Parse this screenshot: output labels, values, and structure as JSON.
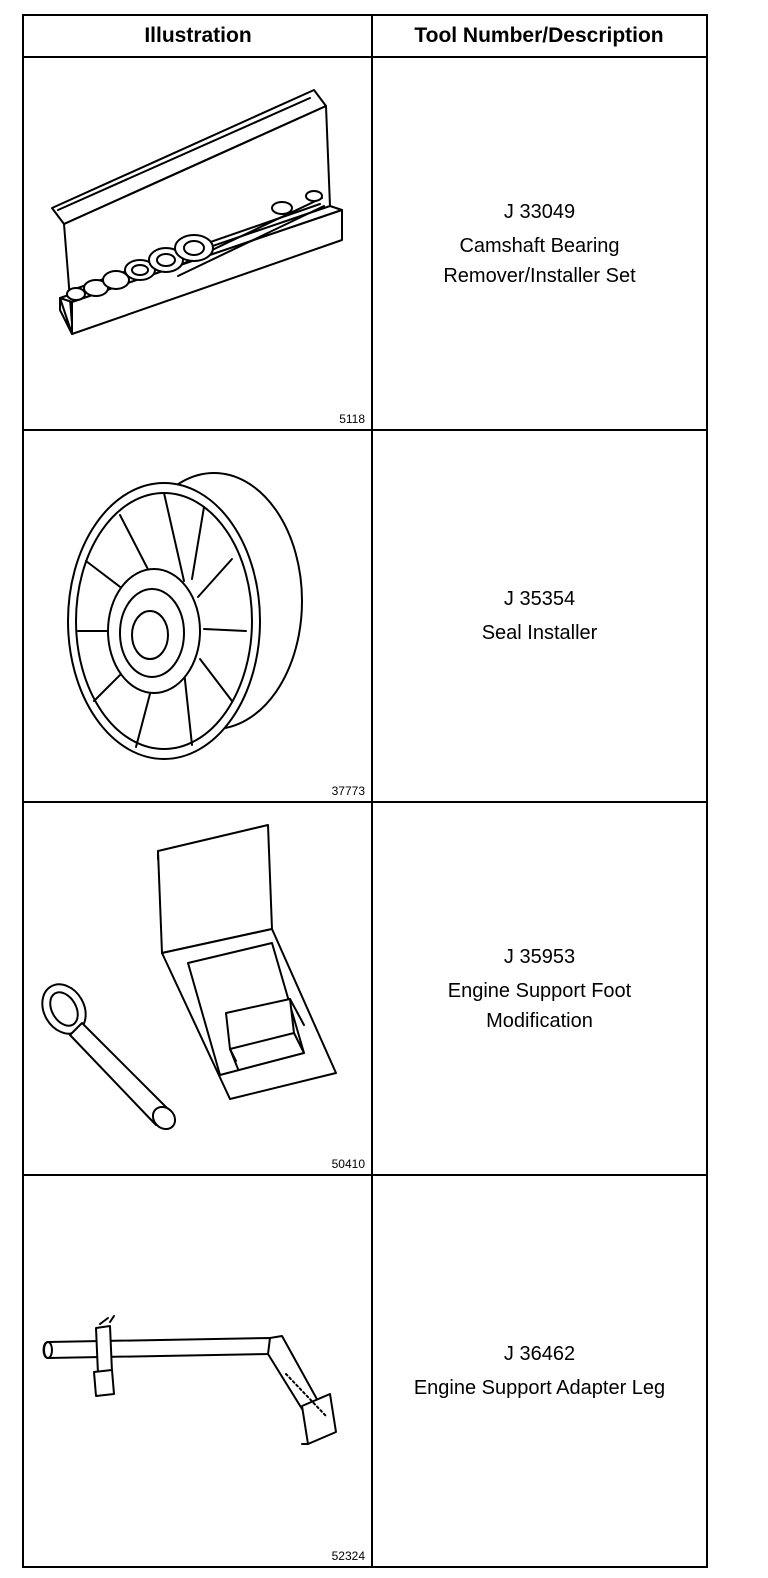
{
  "table": {
    "headers": [
      "Illustration",
      "Tool Number/Description"
    ],
    "rows": [
      {
        "figure_id": "5118",
        "tool_number": "J 33049",
        "description": [
          "Camshaft Bearing",
          "Remover/Installer Set"
        ],
        "icon": "camshaft-bearing-set-icon"
      },
      {
        "figure_id": "37773",
        "tool_number": "J 35354",
        "description": [
          "Seal Installer"
        ],
        "icon": "seal-installer-icon"
      },
      {
        "figure_id": "50410",
        "tool_number": "J 35953",
        "description": [
          "Engine Support Foot",
          "Modification"
        ],
        "icon": "support-foot-icon"
      },
      {
        "figure_id": "52324",
        "tool_number": "J 36462",
        "description": [
          "Engine Support Adapter Leg"
        ],
        "icon": "adapter-leg-icon"
      }
    ]
  }
}
